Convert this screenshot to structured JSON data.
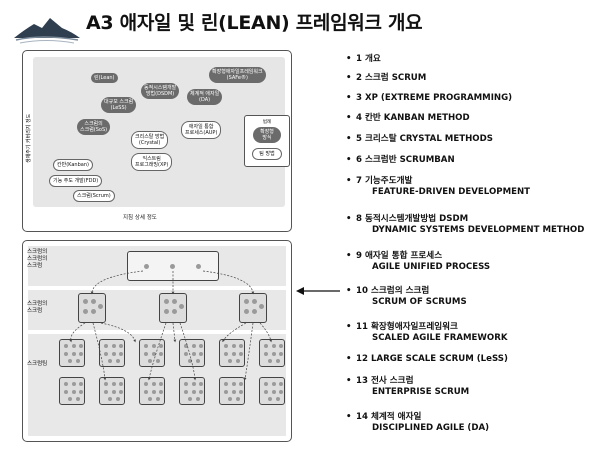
{
  "title": "A3 애자일 및 린(LEAN) 프레임워크 개요",
  "chart": {
    "ylabel": "생애주기 커버리지 정도",
    "xlabel": "지침 상세 정도",
    "nodes": [
      {
        "label": "린(Lean)",
        "style": "dark"
      },
      {
        "label": "동적시스템개발\n방법(DSDM)",
        "style": "dark"
      },
      {
        "label": "확장형애자일프레임워크\n(SAFe®)",
        "style": "dark"
      },
      {
        "label": "대규모 스크럼\n(LeSS)",
        "style": "dark"
      },
      {
        "label": "체계적 애자일\n(DA)",
        "style": "dark"
      },
      {
        "label": "스크럼의\n스크럼(SoS)",
        "style": "dark"
      },
      {
        "label": "크리스탈 방법\n(Crystal)",
        "style": "light"
      },
      {
        "label": "애자일 통합\n프로세스(AUP)",
        "style": "light"
      },
      {
        "label": "익스트림\n프로그래밍(XP)",
        "style": "light"
      },
      {
        "label": "칸반(Kanban)",
        "style": "light"
      },
      {
        "label": "기능 주도 개발(FDD)",
        "style": "light"
      },
      {
        "label": "스크럼(Scrum)",
        "style": "light"
      }
    ],
    "legend": {
      "title": "범례",
      "items": [
        {
          "label": "확장형\n방식",
          "style": "dark"
        },
        {
          "label": "팀 방법",
          "style": "light"
        }
      ]
    }
  },
  "diagram": {
    "bands": [
      {
        "label": "스크럼의\n스크럼의\n스크럼"
      },
      {
        "label": "스크럼의\n스크럼"
      },
      {
        "label": "스크럼팀"
      }
    ]
  },
  "list": [
    {
      "num": "1",
      "text": "개요",
      "sub": ""
    },
    {
      "num": "2",
      "text": "스크럼 SCRUM",
      "sub": ""
    },
    {
      "num": "3",
      "text": "XP (EXTREME PROGRAMMING)",
      "sub": ""
    },
    {
      "num": "4",
      "text": "칸반 KANBAN METHOD",
      "sub": ""
    },
    {
      "num": "5",
      "text": "크리스탈 CRYSTAL METHODS",
      "sub": ""
    },
    {
      "num": "6",
      "text": "스크럼반 SCRUMBAN",
      "sub": ""
    },
    {
      "num": "7",
      "text": "기능주도개발",
      "sub": "FEATURE-DRIVEN DEVELOPMENT"
    },
    {
      "num": "8",
      "text": "동적시스템개발방법 DSDM",
      "sub": "DYNAMIC SYSTEMS DEVELOPMENT METHOD"
    },
    {
      "num": "9",
      "text": "애자일 통합 프로세스",
      "sub": "AGILE UNIFIED PROCESS"
    },
    {
      "num": "10",
      "text": "스크럼의 스크럼",
      "sub": "SCRUM OF SCRUMS"
    },
    {
      "num": "11",
      "text": "확장형애자일프레임워크",
      "sub": "SCALED AGILE FRAMEWORK"
    },
    {
      "num": "12",
      "text": "LARGE SCALE SCRUM (LeSS)",
      "sub": ""
    },
    {
      "num": "13",
      "text": "전사 스크럼",
      "sub": "ENTERPRISE SCRUM"
    },
    {
      "num": "14",
      "text": "체계적 애자일",
      "sub": "DISCIPLINED AGILE (DA)"
    }
  ],
  "bullet": "•"
}
